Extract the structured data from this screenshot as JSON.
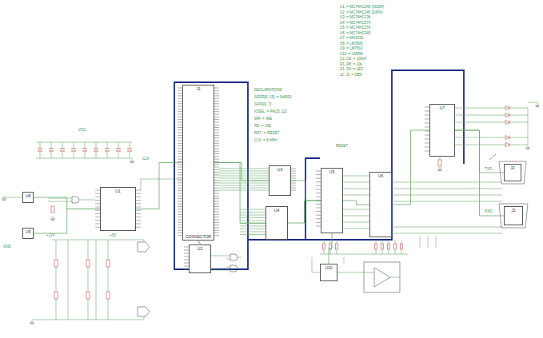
{
  "diagram": {
    "nodes": [
      {
        "text": [
          "J1",
          "CONNECTOR"
        ]
      },
      {
        "text": [
          "U1"
        ]
      },
      {
        "text": [
          "U2"
        ]
      },
      {
        "text": [
          "U3"
        ]
      },
      {
        "text": [
          "U4"
        ]
      },
      {
        "text": [
          "U5"
        ]
      },
      {
        "text": [
          "U6"
        ]
      },
      {
        "text": [
          "U7"
        ]
      },
      {
        "text": [
          "J2"
        ]
      },
      {
        "text": [
          "J3"
        ]
      },
      {
        "text": [
          "U8"
        ]
      },
      {
        "text": [
          "U9"
        ]
      },
      {
        "text": [
          "U10"
        ]
      }
    ],
    "edges": [
      {
        "from": 1,
        "to": 0,
        "arrow": "none"
      },
      {
        "from": 2,
        "to": 0,
        "arrow": "none"
      },
      {
        "from": 0,
        "to": 3,
        "arrow": "none"
      },
      {
        "from": 0,
        "to": 4,
        "arrow": "none"
      },
      {
        "from": 3,
        "to": 5,
        "arrow": "none"
      },
      {
        "from": 4,
        "to": 5,
        "arrow": "none"
      },
      {
        "from": 5,
        "to": 6,
        "arrow": "none"
      },
      {
        "from": 6,
        "to": 7,
        "arrow": "none"
      },
      {
        "from": 7,
        "to": 8,
        "arrow": "none"
      },
      {
        "from": 7,
        "to": 9,
        "arrow": "none"
      },
      {
        "from": 10,
        "to": 1,
        "arrow": "none"
      },
      {
        "from": 11,
        "to": 1,
        "arrow": "none"
      },
      {
        "from": 5,
        "to": 12,
        "arrow": "none"
      }
    ],
    "labels": [
      "U1 := MC74HC245 (ADDR)",
      "U2 := MC74HC245 (DATA)",
      "U3 := MC74HC138",
      "U4 := MC74HC574",
      "U5 := MC74HC574",
      "U6 := MC74HC245",
      "U7 := MAX232",
      "U8 := LM7805",
      "U9 := LM7812",
      "U10 := LM358",
      "C1..C8 := 100nF",
      "R1..R8 := 10k",
      "D1..D4 := LED",
      "J2, J3 := DB9",
      "DECLARATIONS",
      "ADDR[0..15] := 0x8000",
      "DATA[0..7]",
      "IOSEL := PA[15..12]",
      "WR := /WE",
      "RD := /OE",
      "RST := /RESET",
      "CLK := 8 MHz",
      "VCC",
      "GND",
      "+12V",
      "+5V",
      "TXD",
      "RXD",
      "CLK",
      "RESET"
    ]
  }
}
